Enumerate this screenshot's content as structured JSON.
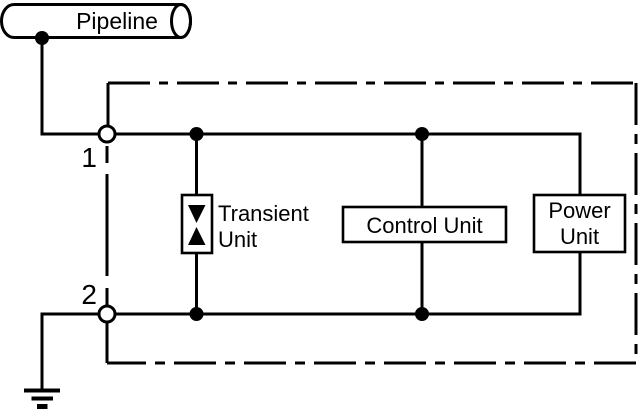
{
  "diagram": {
    "pipeline_label": "Pipeline",
    "terminal_1_label": "1",
    "terminal_2_label": "2",
    "transient_unit_label_line1": "Transient",
    "transient_unit_label_line2": "Unit",
    "control_unit_label": "Control Unit",
    "power_unit_label_line1": "Power",
    "power_unit_label_line2": "Unit"
  },
  "icons": {
    "surge_arrow_down": "▼",
    "surge_arrow_up": "▲",
    "earth_ground": "⏚"
  },
  "colors": {
    "ink": "#000000",
    "background": "#ffffff"
  }
}
